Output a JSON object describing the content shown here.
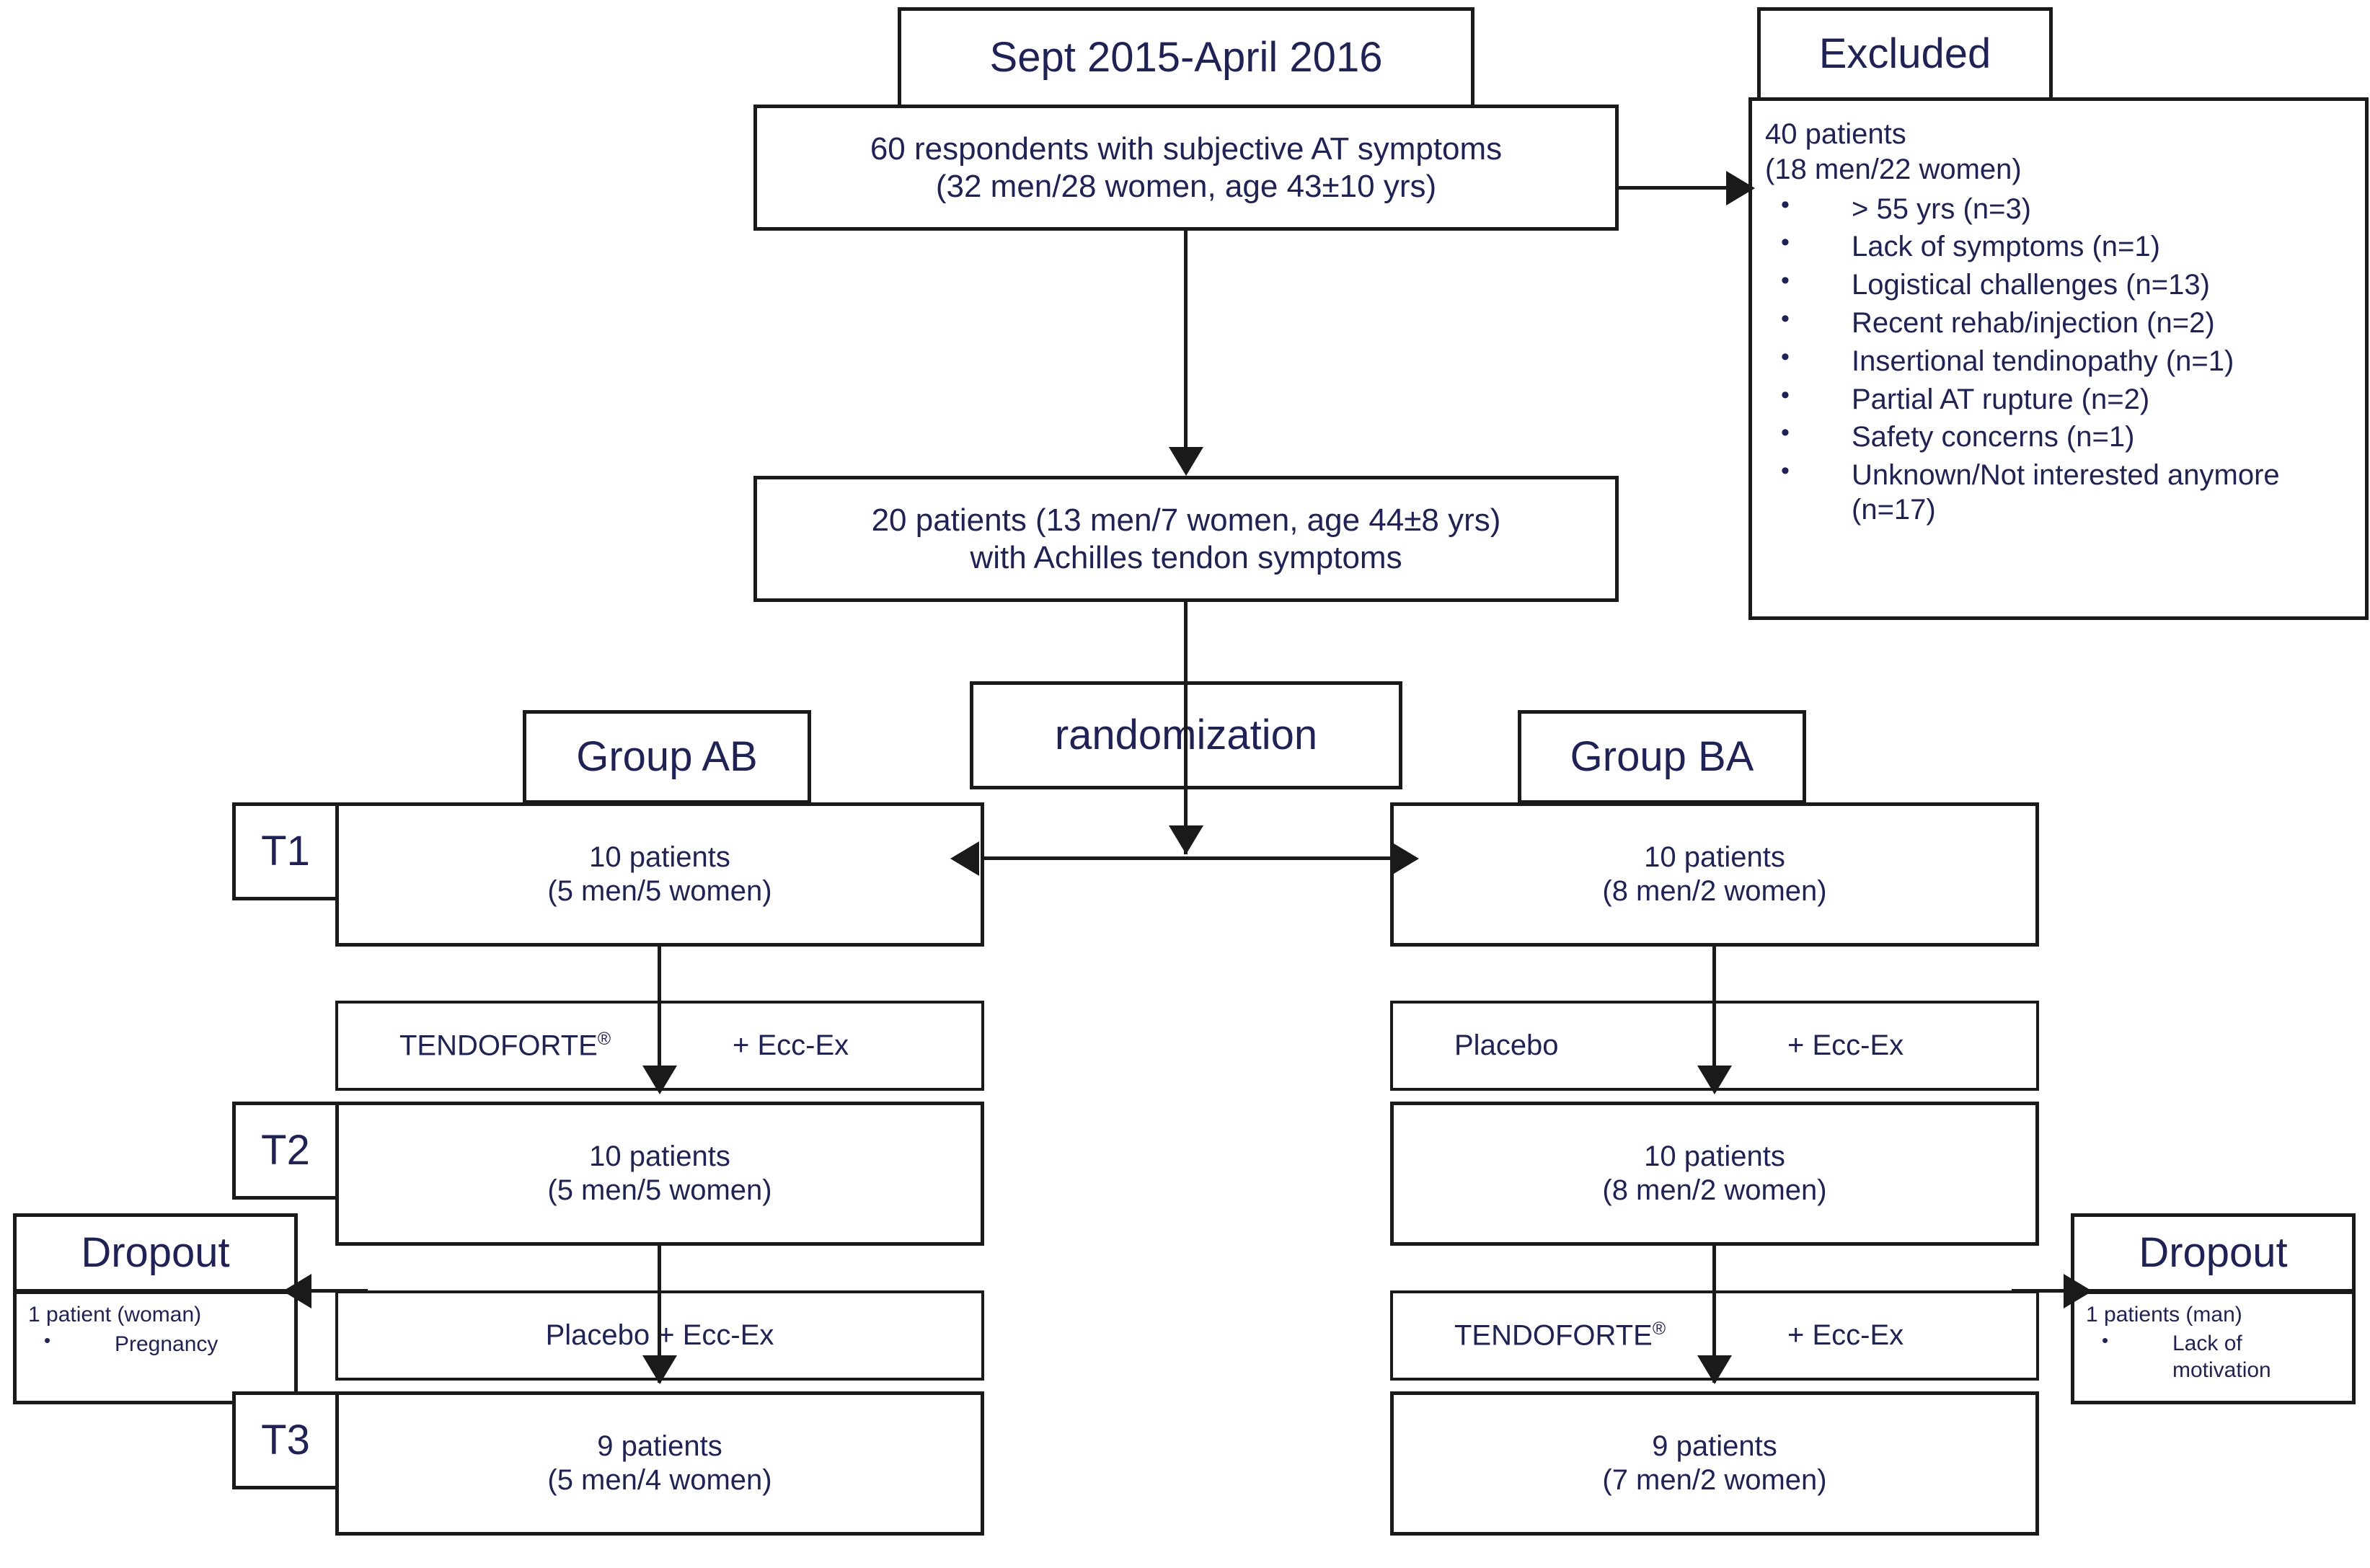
{
  "top": {
    "period_label": "Sept 2015-April 2016",
    "respondents_line1": "60 respondents with subjective AT symptoms",
    "respondents_line2": "(32 men/28 women, age 43±10 yrs)"
  },
  "excluded": {
    "title": "Excluded",
    "count_line1": "40 patients",
    "count_line2": "(18 men/22 women)",
    "reasons": [
      "> 55 yrs  (n=3)",
      "Lack of symptoms (n=1)",
      "Logistical challenges (n=13)",
      "Recent rehab/injection (n=2)",
      "Insertional tendinopathy (n=1)",
      "Partial AT rupture (n=2)",
      "Safety concerns (n=1)",
      "Unknown/Not interested anymore (n=17)"
    ]
  },
  "enrolled": {
    "line1": "20 patients (13 men/7 women, age 44±8 yrs)",
    "line2": "with Achilles tendon symptoms"
  },
  "randomization": {
    "label": "randomization"
  },
  "timepoints": {
    "t1": "T1",
    "t2": "T2",
    "t3": "T3"
  },
  "group_ab": {
    "title": "Group AB",
    "t1_line1": "10 patients",
    "t1_line2": "(5 men/5 women)",
    "phase1_drug": "TENDOFORTE",
    "phase1_reg": "®",
    "phase1_rest": "+ Ecc-Ex",
    "t2_line1": "10 patients",
    "t2_line2": "(5 men/5 women)",
    "phase2_label": "Placebo + Ecc-Ex",
    "t3_line1": "9 patients",
    "t3_line2": "(5 men/4 women)"
  },
  "group_ba": {
    "title": "Group BA",
    "t1_line1": "10 patients",
    "t1_line2": "(8 men/2 women)",
    "phase1_drug": "Placebo",
    "phase1_rest": "+ Ecc-Ex",
    "t2_line1": "10 patients",
    "t2_line2": "(8 men/2 women)",
    "phase2_drug": "TENDOFORTE",
    "phase2_reg": "®",
    "phase2_rest": "+ Ecc-Ex",
    "t3_line1": "9 patients",
    "t3_line2": "(7 men/2 women)"
  },
  "dropout_left": {
    "title": "Dropout",
    "count": "1 patient (woman)",
    "reasons": [
      "Pregnancy"
    ]
  },
  "dropout_right": {
    "title": "Dropout",
    "count": "1 patients  (man)",
    "reasons": [
      "Lack of motivation"
    ]
  },
  "colors": {
    "text": "#1f2258",
    "border": "#1a1a1a",
    "background": "#ffffff"
  }
}
